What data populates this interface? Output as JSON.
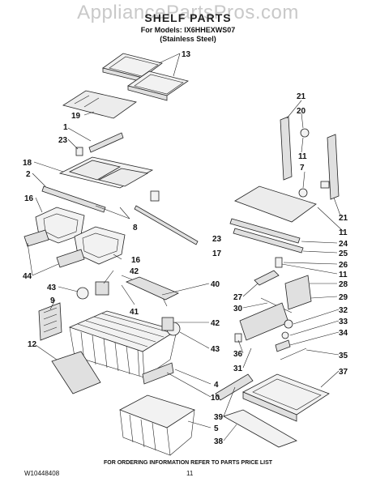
{
  "watermark": "AppliancePartsPros.com",
  "title": "SHELF PARTS",
  "models_line": "For Models: IX6HHEXWS07",
  "models_variant": "(Stainless Steel)",
  "callouts": [
    "13",
    "19",
    "1",
    "23",
    "18",
    "2",
    "16",
    "8",
    "44",
    "16",
    "42",
    "43",
    "9",
    "41",
    "40",
    "42",
    "12",
    "43",
    "4",
    "10",
    "5",
    "21",
    "20",
    "11",
    "7",
    "21",
    "11",
    "24",
    "25",
    "26",
    "11",
    "27",
    "28",
    "30",
    "29",
    "32",
    "33",
    "34",
    "35",
    "36",
    "31",
    "37",
    "39",
    "38",
    "23",
    "17"
  ],
  "footer_note": "FOR ORDERING INFORMATION REFER TO PARTS PRICE LIST",
  "footer_code": "W10448408",
  "footer_page": "11"
}
